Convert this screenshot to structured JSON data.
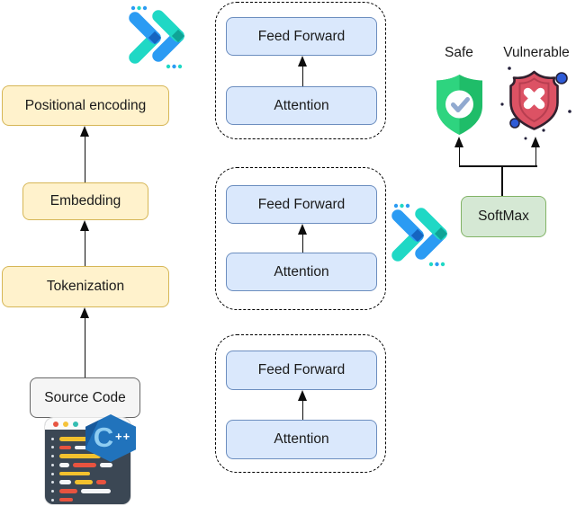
{
  "diagram": {
    "pipeline": {
      "positional_encoding": "Positional encoding",
      "embedding": "Embedding",
      "tokenization": "Tokenization",
      "source_code": "Source Code"
    },
    "encoder_blocks": [
      {
        "feed_forward": "Feed Forward",
        "attention": "Attention"
      },
      {
        "feed_forward": "Feed Forward",
        "attention": "Attention"
      },
      {
        "feed_forward": "Feed Forward",
        "attention": "Attention"
      }
    ],
    "classifier": {
      "softmax": "SoftMax"
    },
    "outputs": {
      "safe": "Safe",
      "vulnerable": "Vulnerable"
    },
    "code_icon": {
      "language": "C",
      "plusplus": "++"
    },
    "icons": {
      "fast_forward": "double-chevron-right",
      "safe_shield": "shield-with-checkmark",
      "vulnerable_shield": "shield-with-x",
      "code_window": "code-editor-window",
      "cpp_logo": "c-plus-plus-hexagon"
    },
    "colors": {
      "node_yellow_fill": "#FFF2CC",
      "node_yellow_border": "#D6B656",
      "node_blue_fill": "#DAE8FC",
      "node_blue_border": "#6C8EBF",
      "node_green_fill": "#D5E8D4",
      "node_green_border": "#82B366",
      "node_gray_fill": "#F5F5F5",
      "node_gray_border": "#666666",
      "chevron_blue": "#2B9BF3",
      "chevron_teal": "#1FD8C5",
      "shield_green_light": "#2ED47F",
      "shield_green_dark": "#1FBD69",
      "shield_red": "#DC5264",
      "accent_dot_blue": "#2E5BD7"
    }
  }
}
